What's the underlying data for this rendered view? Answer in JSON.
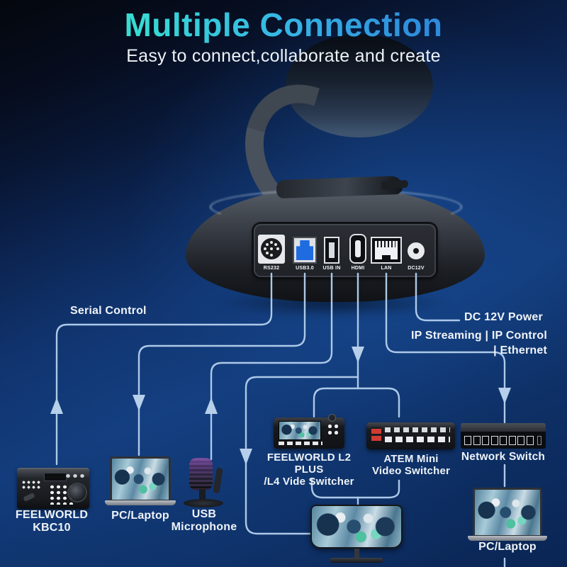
{
  "header": {
    "title": "Multiple Connection",
    "subtitle": "Easy to connect,collaborate and create"
  },
  "camera": {
    "ports": [
      {
        "id": "rs232",
        "label": "RS232"
      },
      {
        "id": "usb3.0",
        "label": "USB3.0"
      },
      {
        "id": "usb-in",
        "label": "USB IN"
      },
      {
        "id": "hdmi",
        "label": "HDMI"
      },
      {
        "id": "lan",
        "label": "LAN"
      },
      {
        "id": "dc12v",
        "label": "DC12V"
      }
    ]
  },
  "connections": {
    "serial_control": "Serial Control",
    "dc_power": "DC 12V Power",
    "ip_line1": "IP Streaming | IP Control",
    "ip_line2": "| Ethernet"
  },
  "devices": {
    "kbc10": {
      "line1": "FEELWORLD",
      "line2": "KBC10"
    },
    "pc_laptop_left": {
      "label": "PC/Laptop"
    },
    "usb_mic": {
      "line1": "USB",
      "line2": "Microphone"
    },
    "l2_plus": {
      "line1": "FEELWORLD L2 PLUS",
      "line2": "/L4 Vide Switcher"
    },
    "atem": {
      "line1": "ATEM Mini",
      "line2": "Video Switcher"
    },
    "network_switch": {
      "label": "Network Switch"
    },
    "pc_laptop_right": {
      "label": "PC/Laptop"
    }
  },
  "colors": {
    "wire": "#adc9e8",
    "title_gradient_start": "#42ecc2",
    "title_gradient_end": "#2a72d2",
    "background_mid": "#0f3068"
  }
}
